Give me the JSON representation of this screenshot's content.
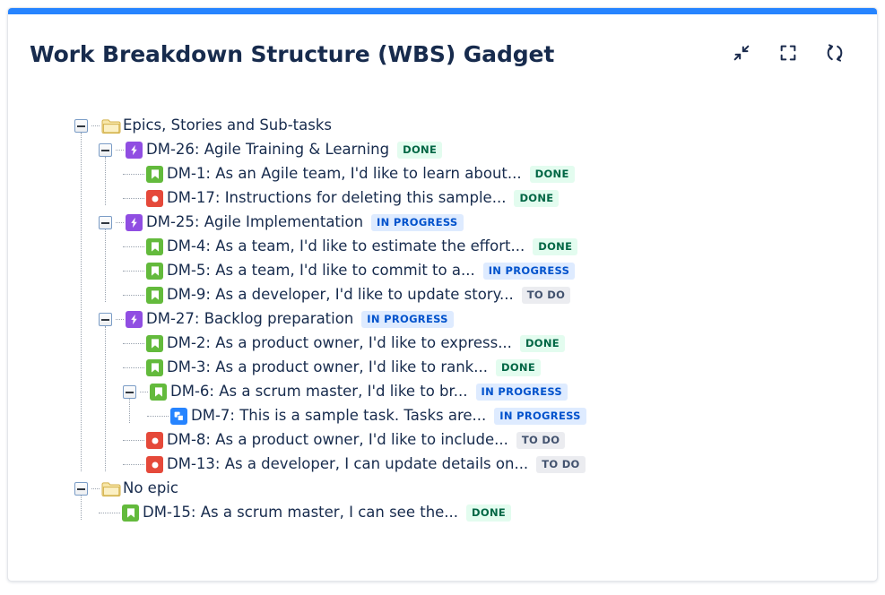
{
  "card": {
    "accent_color": "#2684FF",
    "background": "#FFFFFF"
  },
  "header": {
    "title": "Work Breakdown Structure (WBS) Gadget",
    "actions": [
      {
        "name": "collapse-icon",
        "label": "Collapse"
      },
      {
        "name": "fullscreen-icon",
        "label": "Fullscreen"
      },
      {
        "name": "refresh-icon",
        "label": "Refresh"
      }
    ]
  },
  "status_colors": {
    "done": {
      "bg": "#E3FCEF",
      "fg": "#006644"
    },
    "in_progress": {
      "bg": "#DEEBFF",
      "fg": "#0052CC"
    },
    "to_do": {
      "bg": "#EBECF0",
      "fg": "#42526E"
    }
  },
  "type_colors": {
    "epic": "#904EE2",
    "story": "#63BA3C",
    "bug": "#E5493A",
    "subtask": "#2684FF",
    "folder": "#F5D98B"
  },
  "tree": {
    "rows": [
      {
        "level": 0,
        "toggle": true,
        "icon": "folder",
        "label": "Epics, Stories and Sub-tasks",
        "status": ""
      },
      {
        "level": 1,
        "toggle": true,
        "icon": "epic",
        "label": "DM-26: Agile Training & Learning",
        "status": "DONE"
      },
      {
        "level": 2,
        "toggle": false,
        "icon": "story",
        "label": "DM-1: As an Agile team, I'd like to learn about...",
        "status": "DONE"
      },
      {
        "level": 2,
        "toggle": false,
        "icon": "bug",
        "label": "DM-17: Instructions for deleting this sample...",
        "status": "DONE"
      },
      {
        "level": 1,
        "toggle": true,
        "icon": "epic",
        "label": "DM-25: Agile Implementation",
        "status": "IN PROGRESS"
      },
      {
        "level": 2,
        "toggle": false,
        "icon": "story",
        "label": "DM-4: As a team, I'd like to estimate the effort...",
        "status": "DONE"
      },
      {
        "level": 2,
        "toggle": false,
        "icon": "story",
        "label": "DM-5: As a team, I'd like to commit to a...",
        "status": "IN PROGRESS"
      },
      {
        "level": 2,
        "toggle": false,
        "icon": "story",
        "label": "DM-9: As a developer, I'd like to update story...",
        "status": "TO DO"
      },
      {
        "level": 1,
        "toggle": true,
        "icon": "epic",
        "label": "DM-27: Backlog preparation",
        "status": "IN PROGRESS"
      },
      {
        "level": 2,
        "toggle": false,
        "icon": "story",
        "label": "DM-2: As a product owner, I'd like to express...",
        "status": "DONE"
      },
      {
        "level": 2,
        "toggle": false,
        "icon": "story",
        "label": "DM-3: As a product owner, I'd like to rank...",
        "status": "DONE"
      },
      {
        "level": 2,
        "toggle": true,
        "icon": "story",
        "label": "DM-6: As a scrum master, I'd like to br...",
        "status": "IN PROGRESS"
      },
      {
        "level": 3,
        "toggle": false,
        "icon": "subtask",
        "label": "DM-7: This is a sample task. Tasks are...",
        "status": "IN PROGRESS"
      },
      {
        "level": 2,
        "toggle": false,
        "icon": "bug",
        "label": "DM-8: As a product owner, I'd like to include...",
        "status": "TO DO"
      },
      {
        "level": 2,
        "toggle": false,
        "icon": "bug",
        "label": "DM-13: As a developer, I can update details on...",
        "status": "TO DO"
      },
      {
        "level": 0,
        "toggle": true,
        "icon": "folder",
        "label": "No epic",
        "status": ""
      },
      {
        "level": 1,
        "toggle": false,
        "icon": "story",
        "label": "DM-15: As a scrum master, I can see the...",
        "status": "DONE"
      }
    ]
  }
}
